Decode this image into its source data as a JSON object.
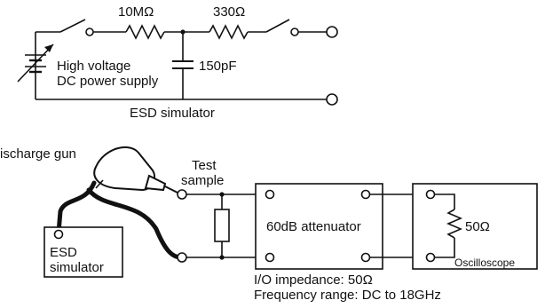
{
  "esd_circuit": {
    "resistor_1": "10MΩ",
    "resistor_2": "330Ω",
    "capacitor": "150pF",
    "supply_line1": "High voltage",
    "supply_line2": "DC power supply",
    "title": "ESD simulator"
  },
  "test_setup": {
    "gun_label": "ischarge gun",
    "test_line1": "Test",
    "test_line2": "sample",
    "esd_box_line1": "ESD",
    "esd_box_line2": "simulator",
    "attenuator": "60dB attenuator",
    "scope_resistor": "50Ω",
    "oscilloscope": "Oscilloscope",
    "note_line1": "I/O impedance: 50Ω",
    "note_line2": "Frequency range: DC to 18GHz"
  }
}
